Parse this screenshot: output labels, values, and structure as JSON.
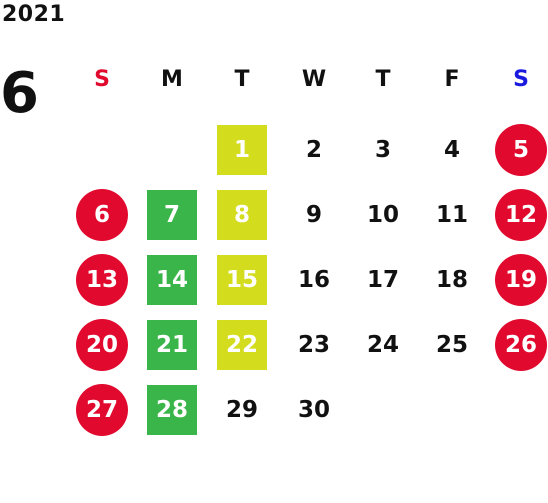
{
  "calendar": {
    "year": "2021",
    "month": "6",
    "weekdays": [
      "S",
      "M",
      "T",
      "W",
      "T",
      "F",
      "S"
    ],
    "weekday_colors": [
      "#e10a2e",
      "#111111",
      "#111111",
      "#111111",
      "#111111",
      "#111111",
      "#1a1adf"
    ],
    "colors": {
      "red_circle": "#e10a2e",
      "green_square": "#3ab54a",
      "yellow_square": "#d4dc1e",
      "plain_text": "#111111"
    },
    "days": [
      {
        "label": "1",
        "weekday": 2,
        "week": 0,
        "style": "sq-yellow"
      },
      {
        "label": "2",
        "weekday": 3,
        "week": 0,
        "style": "plain"
      },
      {
        "label": "3",
        "weekday": 4,
        "week": 0,
        "style": "plain"
      },
      {
        "label": "4",
        "weekday": 5,
        "week": 0,
        "style": "plain"
      },
      {
        "label": "5",
        "weekday": 6,
        "week": 0,
        "style": "circle-red"
      },
      {
        "label": "6",
        "weekday": 0,
        "week": 1,
        "style": "circle-red"
      },
      {
        "label": "7",
        "weekday": 1,
        "week": 1,
        "style": "sq-green"
      },
      {
        "label": "8",
        "weekday": 2,
        "week": 1,
        "style": "sq-yellow"
      },
      {
        "label": "9",
        "weekday": 3,
        "week": 1,
        "style": "plain"
      },
      {
        "label": "10",
        "weekday": 4,
        "week": 1,
        "style": "plain"
      },
      {
        "label": "11",
        "weekday": 5,
        "week": 1,
        "style": "plain"
      },
      {
        "label": "12",
        "weekday": 6,
        "week": 1,
        "style": "circle-red"
      },
      {
        "label": "13",
        "weekday": 0,
        "week": 2,
        "style": "circle-red"
      },
      {
        "label": "14",
        "weekday": 1,
        "week": 2,
        "style": "sq-green"
      },
      {
        "label": "15",
        "weekday": 2,
        "week": 2,
        "style": "sq-yellow"
      },
      {
        "label": "16",
        "weekday": 3,
        "week": 2,
        "style": "plain"
      },
      {
        "label": "17",
        "weekday": 4,
        "week": 2,
        "style": "plain"
      },
      {
        "label": "18",
        "weekday": 5,
        "week": 2,
        "style": "plain"
      },
      {
        "label": "19",
        "weekday": 6,
        "week": 2,
        "style": "circle-red"
      },
      {
        "label": "20",
        "weekday": 0,
        "week": 3,
        "style": "circle-red"
      },
      {
        "label": "21",
        "weekday": 1,
        "week": 3,
        "style": "sq-green"
      },
      {
        "label": "22",
        "weekday": 2,
        "week": 3,
        "style": "sq-yellow"
      },
      {
        "label": "23",
        "weekday": 3,
        "week": 3,
        "style": "plain"
      },
      {
        "label": "24",
        "weekday": 4,
        "week": 3,
        "style": "plain"
      },
      {
        "label": "25",
        "weekday": 5,
        "week": 3,
        "style": "plain"
      },
      {
        "label": "26",
        "weekday": 6,
        "week": 3,
        "style": "circle-red"
      },
      {
        "label": "27",
        "weekday": 0,
        "week": 4,
        "style": "circle-red"
      },
      {
        "label": "28",
        "weekday": 1,
        "week": 4,
        "style": "sq-green"
      },
      {
        "label": "29",
        "weekday": 2,
        "week": 4,
        "style": "plain"
      },
      {
        "label": "30",
        "weekday": 3,
        "week": 4,
        "style": "plain"
      }
    ]
  }
}
